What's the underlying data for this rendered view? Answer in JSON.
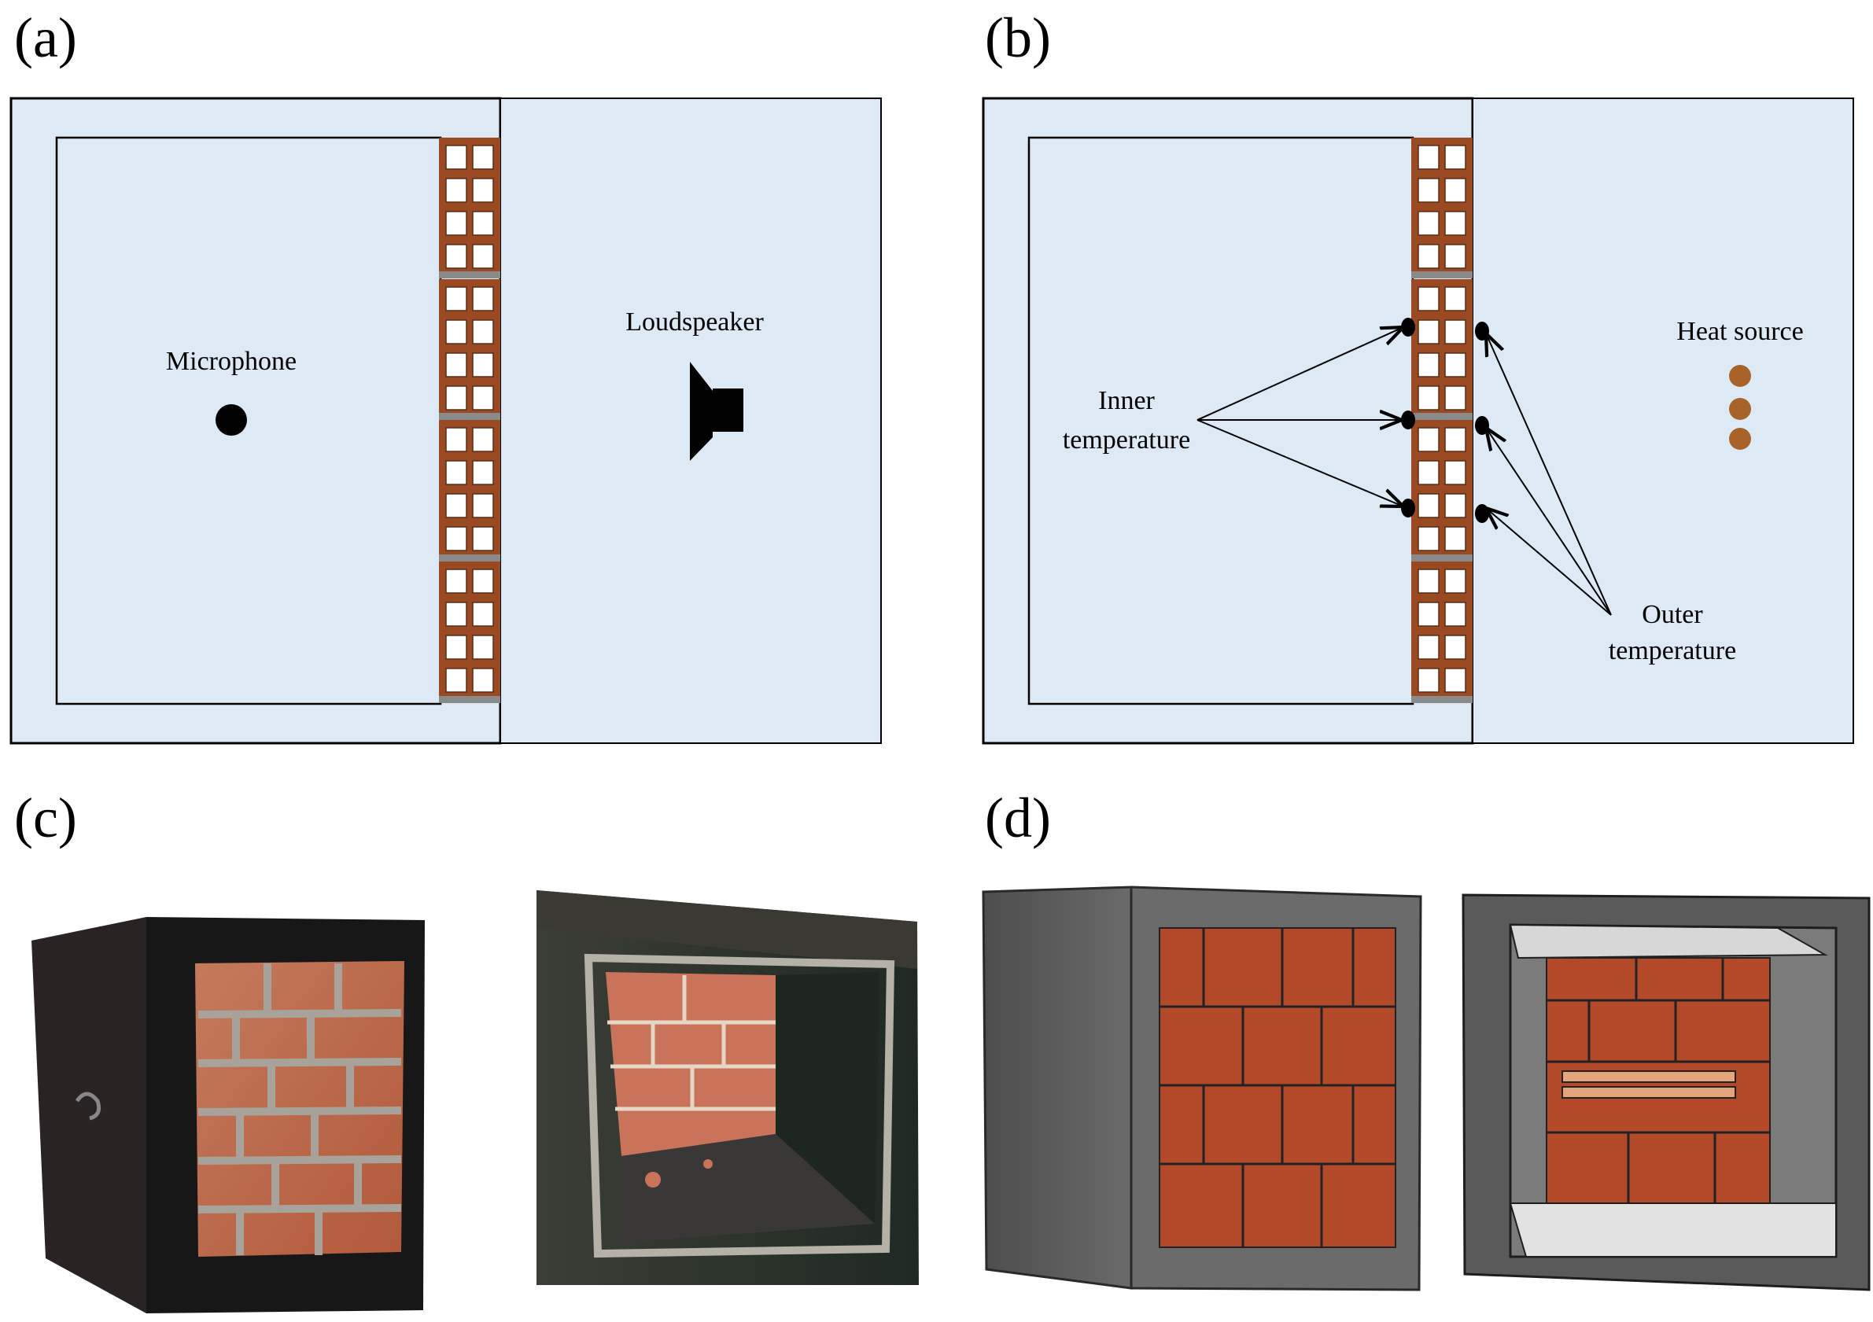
{
  "panels": {
    "a": {
      "label": "(a)",
      "microphone_label": "Microphone",
      "loudspeaker_label": "Loudspeaker"
    },
    "b": {
      "label": "(b)",
      "inner_label_line1": "Inner",
      "inner_label_line2": "temperature",
      "outer_label_line1": "Outer",
      "outer_label_line2": "temperature",
      "heat_label": "Heat source"
    },
    "c": {
      "label": "(c)"
    },
    "d": {
      "label": "(d)"
    }
  },
  "colors": {
    "chamber_fill": "#dde9f5",
    "brick_frame": "#9a4a22",
    "brick_cell": "#ffffff",
    "mortar": "#8a8a8a",
    "heat_source": "#a8632a",
    "render_brick": "#b4492a",
    "render_frame": "#5d5d5d"
  },
  "icons": [
    "microphone-dot-icon",
    "loudspeaker-icon",
    "sensor-dot-icon",
    "heat-source-dot-icon"
  ]
}
